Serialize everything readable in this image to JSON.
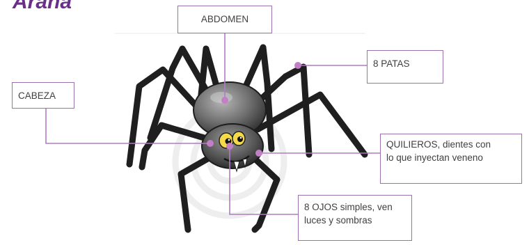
{
  "title": "Araña",
  "labels": {
    "abdomen": "ABDOMEN",
    "patas": "8 PATAS",
    "cabeza": "CABEZA",
    "quilieros": "QUILIEROS, dientes  con\nlo que  inyectan veneno",
    "ojos": "8 OJOS simples, ven\nluces y sombras"
  },
  "colors": {
    "title": "#6a2f8a",
    "box_border": "#9b6fb0",
    "connector": "#b07cc4",
    "dot": "#c27fc6",
    "leg": "#1f1f1f",
    "body_dark": "#3a3a3a",
    "body_light": "#8a8a8a",
    "halo": "#ececec"
  }
}
